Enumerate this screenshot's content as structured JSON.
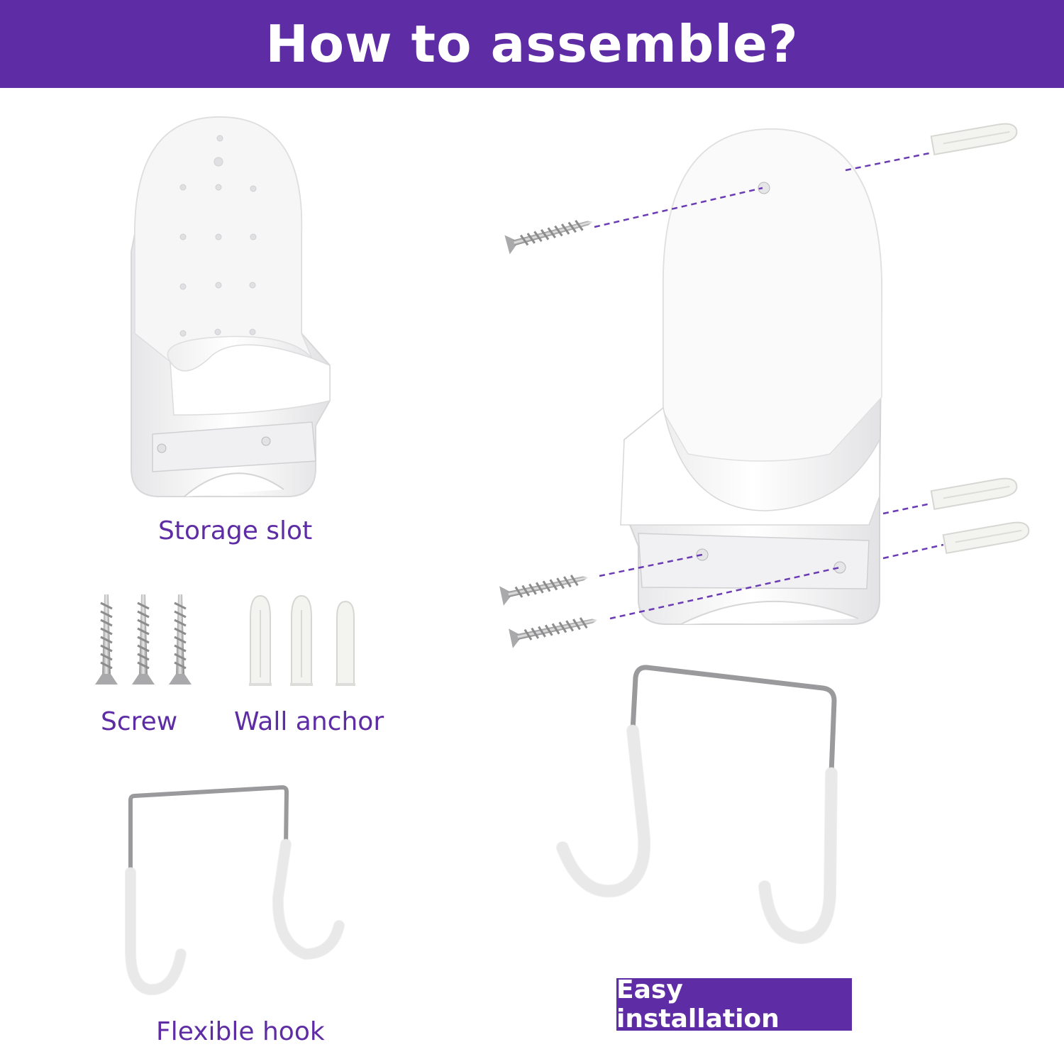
{
  "header": {
    "title": "How to assemble?"
  },
  "labels": {
    "storage_slot": "Storage slot",
    "screw": "Screw",
    "wall_anchor": "Wall anchor",
    "flexible_hook": "Flexible hook"
  },
  "badge": {
    "text": "Easy installation"
  },
  "colors": {
    "accent": "#5e2ca5",
    "background": "#ffffff"
  },
  "icons": [
    "storage-slot-holder-icon",
    "screw-icon",
    "wall-anchor-icon",
    "flexible-hook-icon",
    "assembled-holder-icon"
  ]
}
